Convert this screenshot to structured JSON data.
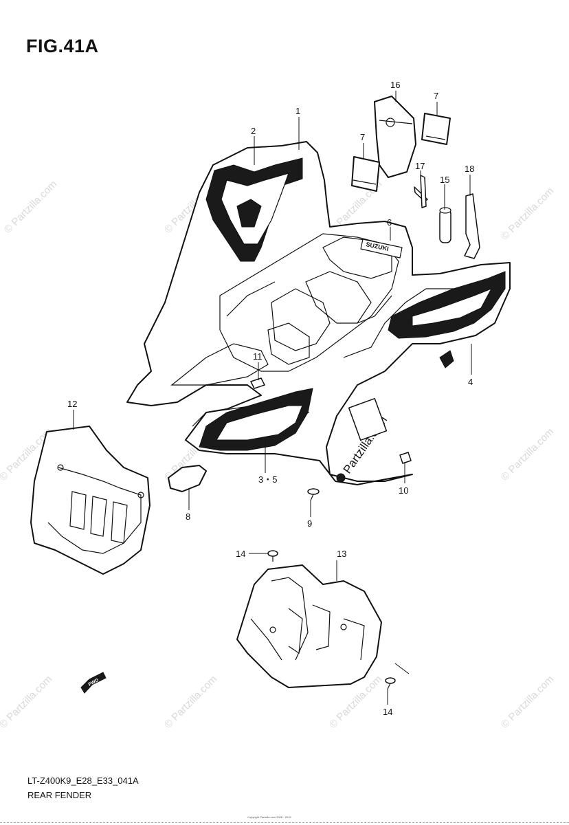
{
  "figure": {
    "title": "FIG.41A"
  },
  "footer": {
    "code": "LT-Z400K9_E28_E33_041A",
    "name": "REAR FENDER",
    "copyright": "Copyright Partzilla.com 2008 - 2015"
  },
  "watermark": {
    "text": "© Partzilla.com",
    "fender_text": "Partzilla.com"
  },
  "callouts": [
    "1",
    "2",
    "3・5",
    "4",
    "6",
    "7",
    "7",
    "8",
    "9",
    "10",
    "11",
    "12",
    "13",
    "14",
    "14",
    "15",
    "16",
    "17",
    "18"
  ],
  "direction_mark": "FWD",
  "decal_text": "SUZUKI"
}
